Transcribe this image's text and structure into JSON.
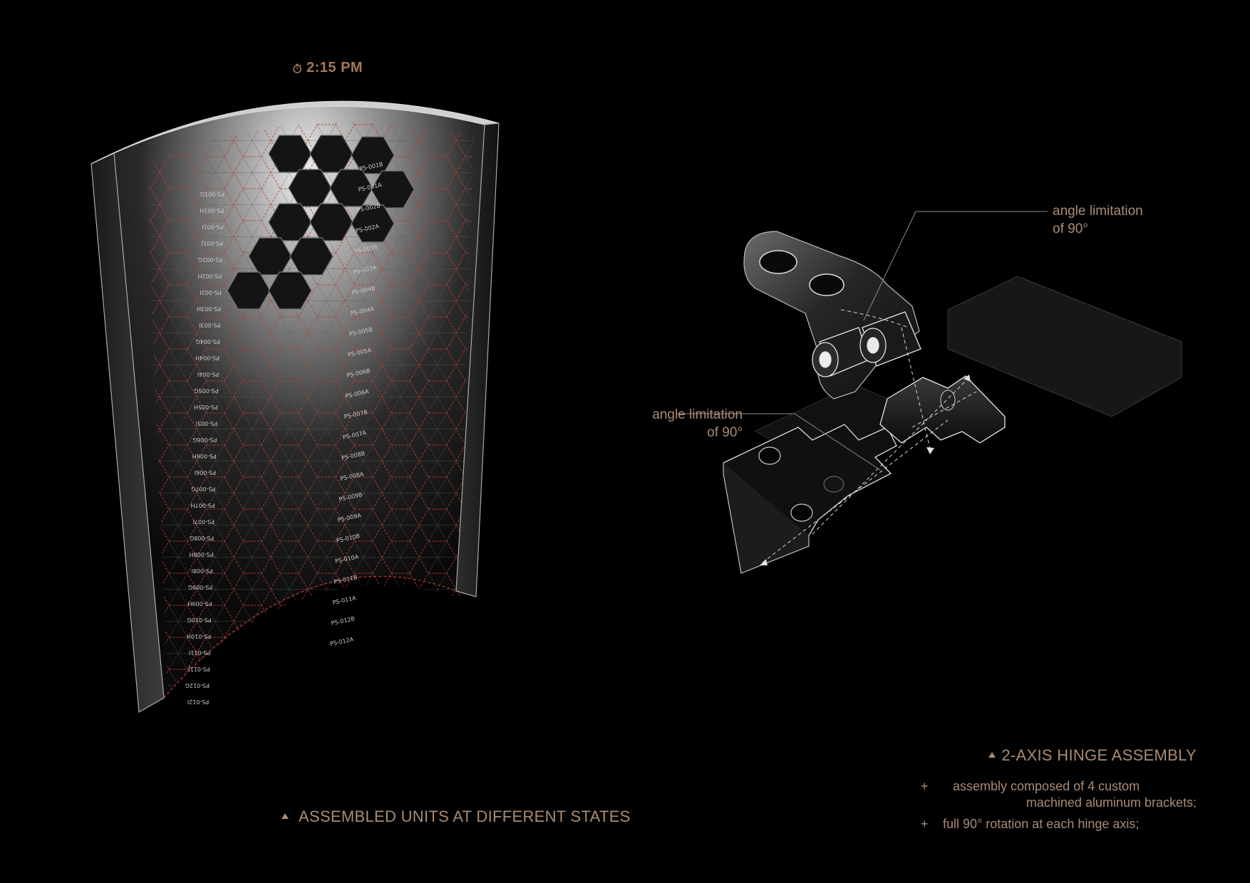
{
  "colors": {
    "background": "#000000",
    "accent_text": "#a98b73",
    "time_text": "#a3795a",
    "lattice_red": "#b8322c",
    "grey_line": "#8a8a8a"
  },
  "header": {
    "time_icon": "stopwatch-icon",
    "time": "2:15 PM"
  },
  "left_figure": {
    "caption": "ASSEMBLED UNITS AT DIFFERENT STATES",
    "labels_right": [
      "PS-001B",
      "PS-001A",
      "PS-002B",
      "PS-002A",
      "PS-003B",
      "PS-003A",
      "PS-004B",
      "PS-004A",
      "PS-005B",
      "PS-005A",
      "PS-006B",
      "PS-006A",
      "PS-007B",
      "PS-007A",
      "PS-008B",
      "PS-008A",
      "PS-009B",
      "PS-009A",
      "PS-010B",
      "PS-010A",
      "PS-011B",
      "PS-011A",
      "PS-012B",
      "PS-012A"
    ],
    "labels_left": [
      "PS-001G",
      "PS-001H",
      "PS-001I",
      "PS-001J",
      "PS-002G",
      "PS-002H",
      "PS-002I",
      "PS-003H",
      "PS-003I",
      "PS-004G",
      "PS-004H",
      "PS-004I",
      "PS-005G",
      "PS-005H",
      "PS-005I",
      "PS-006G",
      "PS-006H",
      "PS-006I",
      "PS-007G",
      "PS-007H",
      "PS-007I",
      "PS-008G",
      "PS-008H",
      "PS-008I",
      "PS-009G",
      "PS-009H",
      "PS-010G",
      "PS-010H",
      "PS-011I",
      "PS-011J",
      "PS-012G",
      "PS-012I"
    ]
  },
  "right_figure": {
    "title": "2-AXIS HINGE ASSEMBLY",
    "annotation_top": {
      "line1": "angle limitation",
      "line2": "of 90°"
    },
    "annotation_left": {
      "line1": "angle limitation",
      "line2": "of 90°"
    },
    "notes": [
      {
        "bullet": "+",
        "line1": "assembly composed of 4 custom",
        "line2": "machined aluminum brackets;"
      },
      {
        "bullet": "+",
        "line1": "full 90° rotation at each hinge axis;"
      }
    ]
  }
}
